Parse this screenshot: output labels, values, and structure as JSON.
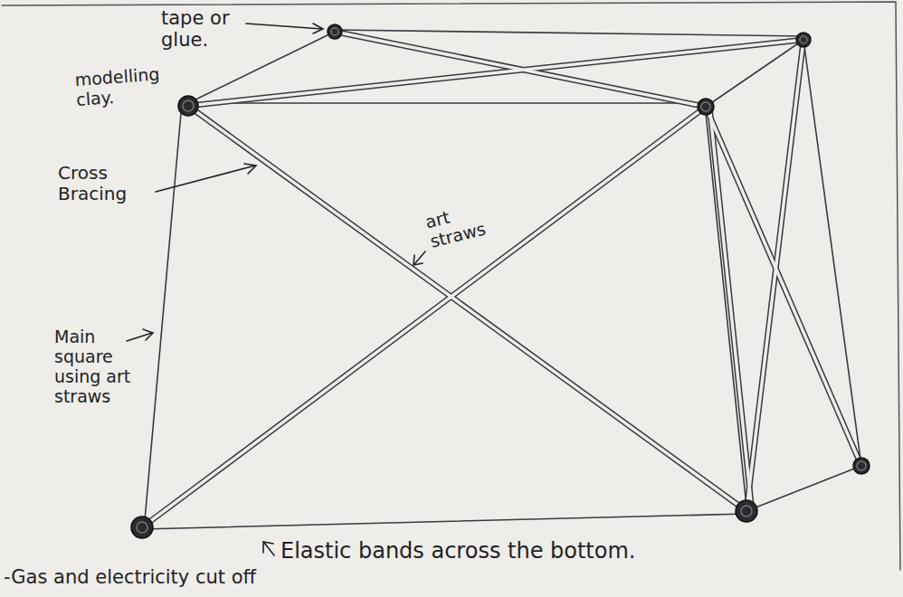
{
  "diagram": {
    "labels": [
      "tape or glue.",
      "modelling clay.",
      "Cross Bracing",
      "art straws",
      "Main square using art straws",
      "Elastic bands across the bottom.",
      "-Gas and electricity cut off"
    ]
  }
}
